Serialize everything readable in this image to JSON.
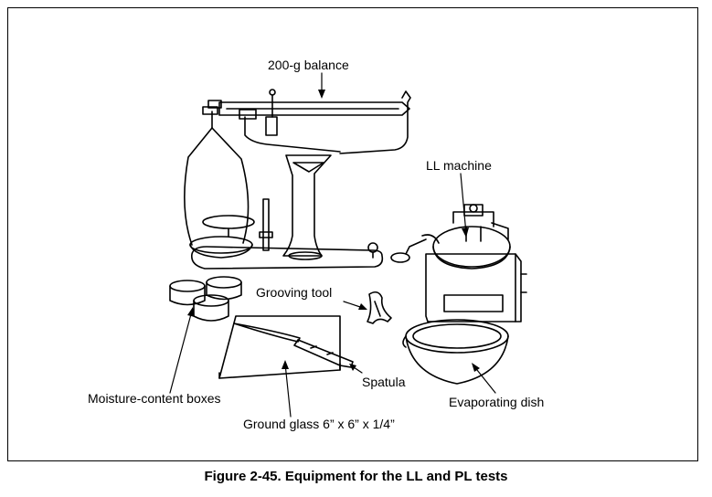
{
  "figure": {
    "labels": {
      "balance": "200-g balance",
      "ll_machine": "LL machine",
      "grooving_tool": "Grooving tool",
      "spatula": "Spatula",
      "moisture_boxes": "Moisture-content boxes",
      "evaporating_dish": "Evaporating dish",
      "ground_glass": "Ground glass 6” x 6” x 1/4”"
    },
    "caption": "Figure 2-45.  Equipment for the LL and PL tests"
  }
}
